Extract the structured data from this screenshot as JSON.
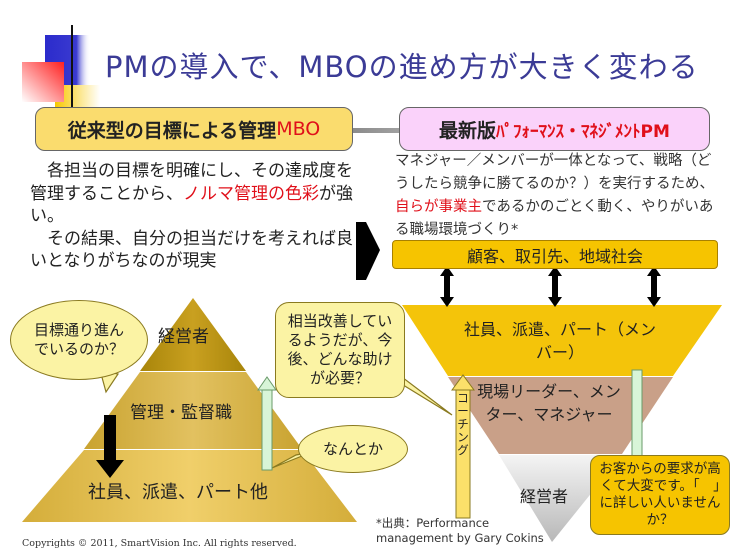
{
  "title": "PMの導入で、MBOの進め方が大きく変わる",
  "left": {
    "header_main": "従来型の目標による管理",
    "header_accent": "MBO",
    "para1_a": "　各担当の目標を明確にし、その達成度を管理することから、",
    "para1_red": "ノルマ管理の色彩",
    "para1_b": "が強い。",
    "para2": "　その結果、自分の担当だけを考えれば良いとなりがちなのが現実",
    "pyramid": [
      "経営者",
      "管理・監督職",
      "社員、派遣、パート他"
    ],
    "callout_top": "目標通り進んでいるのか？",
    "callout_bottom": "なんとか"
  },
  "right": {
    "header_main": "最新版",
    "header_accent": "ﾊﾟﾌｫｰﾏﾝｽ・ﾏﾈｼﾞﾒﾝﾄPM",
    "para_a": "マネジャー／メンバーが一体となって、戦略（どうしたら競争に勝てるのか？）を実行するため、",
    "para_red": "自らが事業主",
    "para_b": "であるかのごとく動く、やりがいある職場環境づくり*",
    "stakeholders": "顧客、取引先、地域社会",
    "funnel": [
      "社員、派遣、パート（メンバー）",
      "現場リーダー、メンター、マネジャー",
      "経営者"
    ],
    "coaching": "コーチング",
    "callout_manager": "相当改善しているようだが、今後、どんな助けが必要？",
    "callout_member": "お客からの要求が高くて大変です。「　」に詳しい人いませんか？",
    "citation_1": "*出典：Performance",
    "citation_2": "management by Gary Cokins"
  },
  "copyright": "Copyrights © 2011, SmartVision Inc. All rights reserved.",
  "colors": {
    "title": "#3b3b96",
    "accent_red": "#e0101a",
    "gold": "#f6c400",
    "pink": "#fad2fa"
  }
}
